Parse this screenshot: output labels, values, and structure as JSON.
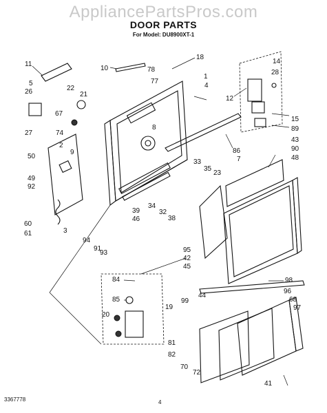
{
  "header": {
    "watermark": "AppliancePartsPros.com",
    "title": "DOOR PARTS",
    "model": "For Model: DU8900XT-1"
  },
  "footer": {
    "doc_number": "3367778",
    "page": "4"
  },
  "callouts": [
    "11",
    "5",
    "26",
    "27",
    "22",
    "21",
    "67",
    "50",
    "74",
    "2",
    "9",
    "49",
    "92",
    "60",
    "61",
    "3",
    "10",
    "78",
    "77",
    "18",
    "1",
    "4",
    "12",
    "8",
    "14",
    "28",
    "15",
    "89",
    "86",
    "7",
    "90",
    "43",
    "48",
    "33",
    "35",
    "23",
    "34",
    "39",
    "46",
    "32",
    "38",
    "94",
    "91",
    "93",
    "95",
    "42",
    "45",
    "44",
    "84",
    "85",
    "20",
    "19",
    "98",
    "99",
    "96",
    "68",
    "97",
    "81",
    "82",
    "70",
    "72",
    "41"
  ]
}
